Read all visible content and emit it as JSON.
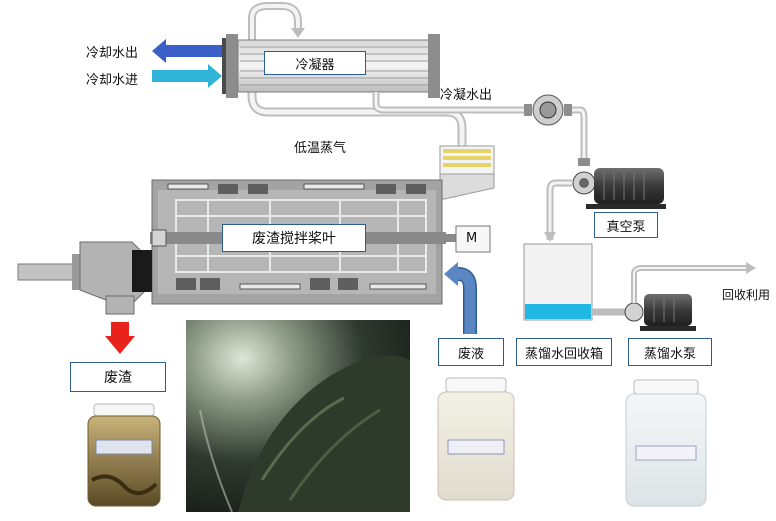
{
  "labels": {
    "condenser": "冷凝器",
    "cooling_out": "冷却水出",
    "cooling_in": "冷却水进",
    "condensate_out": "冷凝水出",
    "low_temp_steam": "低温蒸气",
    "paddle": "废渣搅拌桨叶",
    "motor": "M",
    "vacuum_pump": "真空泵",
    "waste_liquid": "废液",
    "recovery_tank": "蒸馏水回收箱",
    "distilled_pump": "蒸馏水泵",
    "recycle": "回收利用",
    "residue": "废渣"
  },
  "colors": {
    "frame_blue": "#2d5c8f",
    "cooling_out_arrow": "#3a5fc8",
    "cooling_in_arrow": "#2fb3d6",
    "residue_arrow": "#e8231b",
    "liquid_in_arrow": "#5b86c4",
    "tank_water": "#20b7e3",
    "machine_gray": "#a3a3a3",
    "pump_dark": "#3d3d3d",
    "coil_yellow": "#f2e6a0"
  },
  "icons": [
    "condenser-unit",
    "dryer-body",
    "vacuum-pump",
    "recovery-tank",
    "distilled-water-pump",
    "residue-jar",
    "waste-liquid-jar",
    "distilled-water-jar",
    "residue-photo"
  ]
}
